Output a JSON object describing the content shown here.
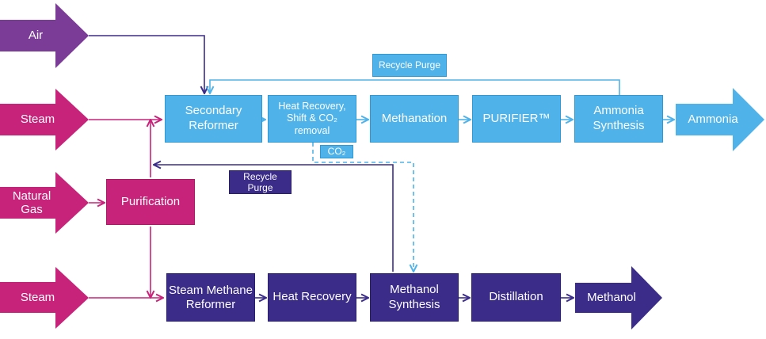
{
  "colors": {
    "light_blue": "#4fb3ea",
    "dark_blue": "#3b2c8a",
    "magenta": "#c8237a",
    "purple": "#7b3c98"
  },
  "inputs": {
    "air": "Air",
    "steam_top": "Steam",
    "natural_gas": "Natural Gas",
    "steam_bottom": "Steam"
  },
  "ammonia_line": {
    "secondary_reformer": "Secondary Reformer",
    "heat_recovery_shift": "Heat Recovery, Shift & CO₂ removal",
    "methanation": "Methanation",
    "purifier": "PURIFIER™",
    "ammonia_synthesis": "Ammonia Synthesis",
    "product": "Ammonia",
    "recycle_purge": "Recycle Purge",
    "co2_tag": "CO₂"
  },
  "purification": "Purification",
  "methanol_line": {
    "steam_methane_reformer": "Steam Methane Reformer",
    "heat_recovery": "Heat Recovery",
    "methanol_synthesis": "Methanol Synthesis",
    "distillation": "Distillation",
    "product": "Methanol",
    "recycle_purge": "Recycle Purge"
  }
}
